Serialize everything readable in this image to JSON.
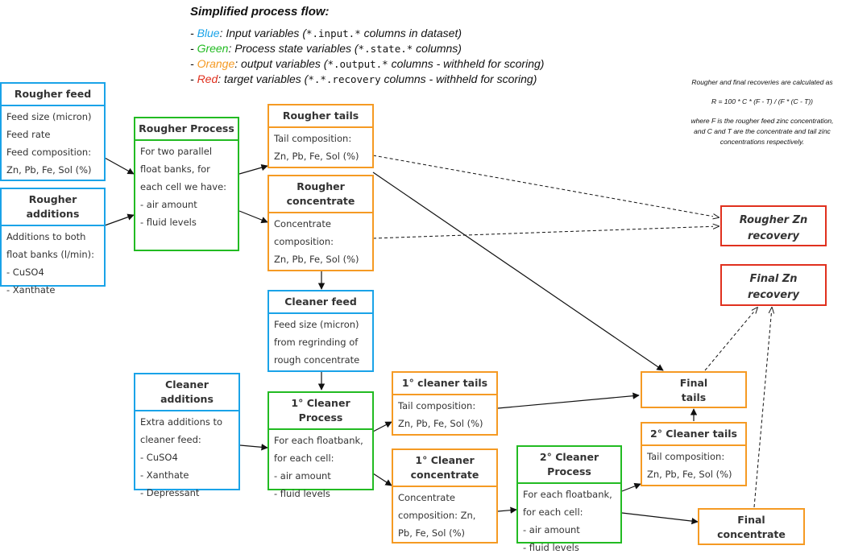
{
  "legend": {
    "title": "Simplified process flow:",
    "items": [
      {
        "dash": "- ",
        "name": "Blue",
        "pre": ": Input variables (",
        "code": "*.input.*",
        "post": " columns in dataset)",
        "color": "#1aa3e8"
      },
      {
        "dash": "- ",
        "name": "Green",
        "pre": ": Process state variables (",
        "code": "*.state.*",
        "post": " columns)",
        "color": "#22bb22"
      },
      {
        "dash": "- ",
        "name": "Orange",
        "pre": ": output variables (",
        "code": "*.output.*",
        "post": " columns - withheld for scoring)",
        "color": "#f59a23"
      },
      {
        "dash": "- ",
        "name": "Red",
        "pre": ": target variables (",
        "code": "*.*.recovery",
        "post": "  columns - withheld for scoring)",
        "color": "#e0301e"
      }
    ]
  },
  "note": {
    "line1": "Rougher and final recoveries are calculated as",
    "formula": "R = 100 * C * (F - T) / (F * (C - T))",
    "line2": "where F is the rougher feed zinc concentration, and C and T are the concentrate and tail zinc concentrations respectively."
  },
  "boxes": {
    "rougher_feed": {
      "title": "Rougher feed",
      "lines": [
        "Feed size (micron)",
        "Feed rate",
        "Feed composition:",
        "Zn, Pb, Fe, Sol (%)"
      ]
    },
    "rougher_additions": {
      "title": "Rougher additions",
      "lines": [
        "Additions to both",
        "float banks (l/min):",
        "- CuSO4",
        "- Xanthate"
      ]
    },
    "rougher_process": {
      "title": "Rougher Process",
      "lines": [
        "For two parallel",
        "float banks, for",
        "each  cell we have:",
        "- air amount",
        "- fluid levels"
      ]
    },
    "rougher_tails": {
      "title": "Rougher tails",
      "lines": [
        "Tail composition:",
        "Zn, Pb, Fe, Sol (%)"
      ]
    },
    "rougher_concentrate": {
      "title_lines": [
        "Rougher",
        "concentrate"
      ],
      "lines": [
        "Concentrate",
        "composition:",
        "Zn, Pb, Fe, Sol (%)"
      ]
    },
    "cleaner_feed": {
      "title": "Cleaner feed",
      "lines": [
        "Feed size (micron)",
        "from regrinding of",
        "rough concentrate"
      ]
    },
    "cleaner_additions": {
      "title": "Cleaner additions",
      "lines": [
        "Extra additions to",
        "cleaner feed:",
        "- CuSO4",
        "- Xanthate",
        "- Depressant"
      ]
    },
    "cleaner1_process": {
      "title": "1° Cleaner Process",
      "lines": [
        "For each floatbank,",
        "for each cell:",
        "- air amount",
        "- fluid levels"
      ]
    },
    "cleaner1_tails": {
      "title": "1° cleaner tails",
      "lines": [
        "Tail composition:",
        "Zn, Pb, Fe, Sol (%)"
      ]
    },
    "cleaner1_concentrate": {
      "title_lines": [
        "1° Cleaner",
        "concentrate"
      ],
      "lines": [
        "Concentrate",
        "composition: Zn,",
        "Pb, Fe, Sol (%)"
      ]
    },
    "cleaner2_process": {
      "title": "2° Cleaner Process",
      "lines": [
        "For each floatbank,",
        "for each cell:",
        "- air amount",
        "- fluid levels"
      ]
    },
    "cleaner2_tails": {
      "title": "2° Cleaner tails",
      "lines": [
        "Tail composition:",
        "Zn, Pb, Fe, Sol (%)"
      ]
    },
    "final_tails": {
      "title_lines": [
        "Final",
        "tails"
      ]
    },
    "final_concentrate": {
      "title_lines": [
        "Final",
        "concentrate"
      ]
    },
    "rougher_zn_recovery": {
      "title_lines": [
        "Rougher Zn",
        "recovery"
      ]
    },
    "final_zn_recovery": {
      "title_lines": [
        "Final Zn",
        "recovery"
      ]
    }
  }
}
